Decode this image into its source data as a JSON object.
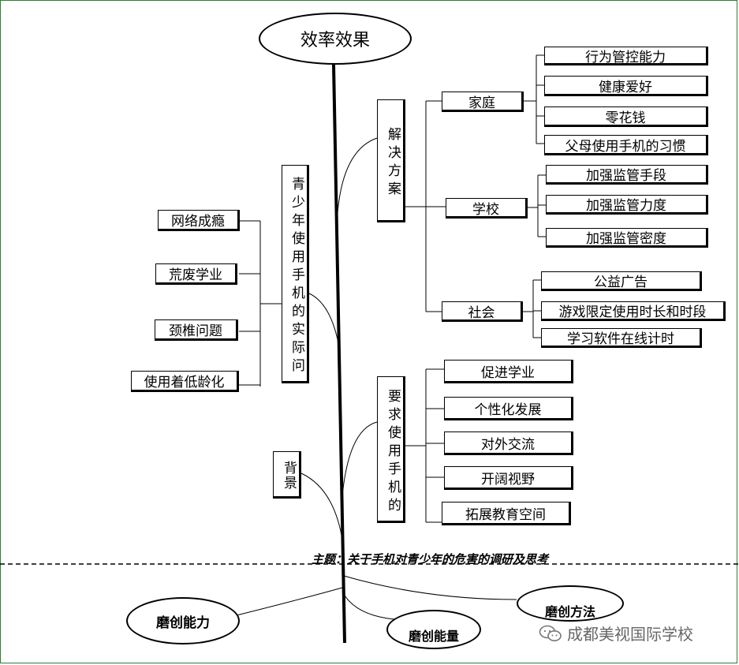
{
  "title": "效率效果",
  "central_theme": "主题：关于手机对青少年的危害的调研及思考",
  "background_box": "背景",
  "problem_box": "青少年使用手机的实际问",
  "problems": [
    "网络成瘾",
    "荒废学业",
    "颈椎问题",
    "使用着低龄化"
  ],
  "solution_box": "解决方案",
  "solutions": {
    "family": {
      "label": "家庭",
      "items": [
        "行为管控能力",
        "健康爱好",
        "零花钱",
        "父母使用手机的习惯"
      ]
    },
    "school": {
      "label": "学校",
      "items": [
        "加强监管手段",
        "加强监管力度",
        "加强监管密度"
      ]
    },
    "society": {
      "label": "社会",
      "items": [
        "公益广告",
        "游戏限定使用时长和时段",
        "学习软件在线计时"
      ]
    }
  },
  "requirement_box": "要求使用手机的",
  "requirements": [
    "促进学业",
    "个性化发展",
    "对外交流",
    "开阔视野",
    "拓展教育空间"
  ],
  "bottom_ovals": [
    "磨创能力",
    "磨创能量",
    "磨创方法"
  ],
  "watermark": "成都美视国际学校"
}
